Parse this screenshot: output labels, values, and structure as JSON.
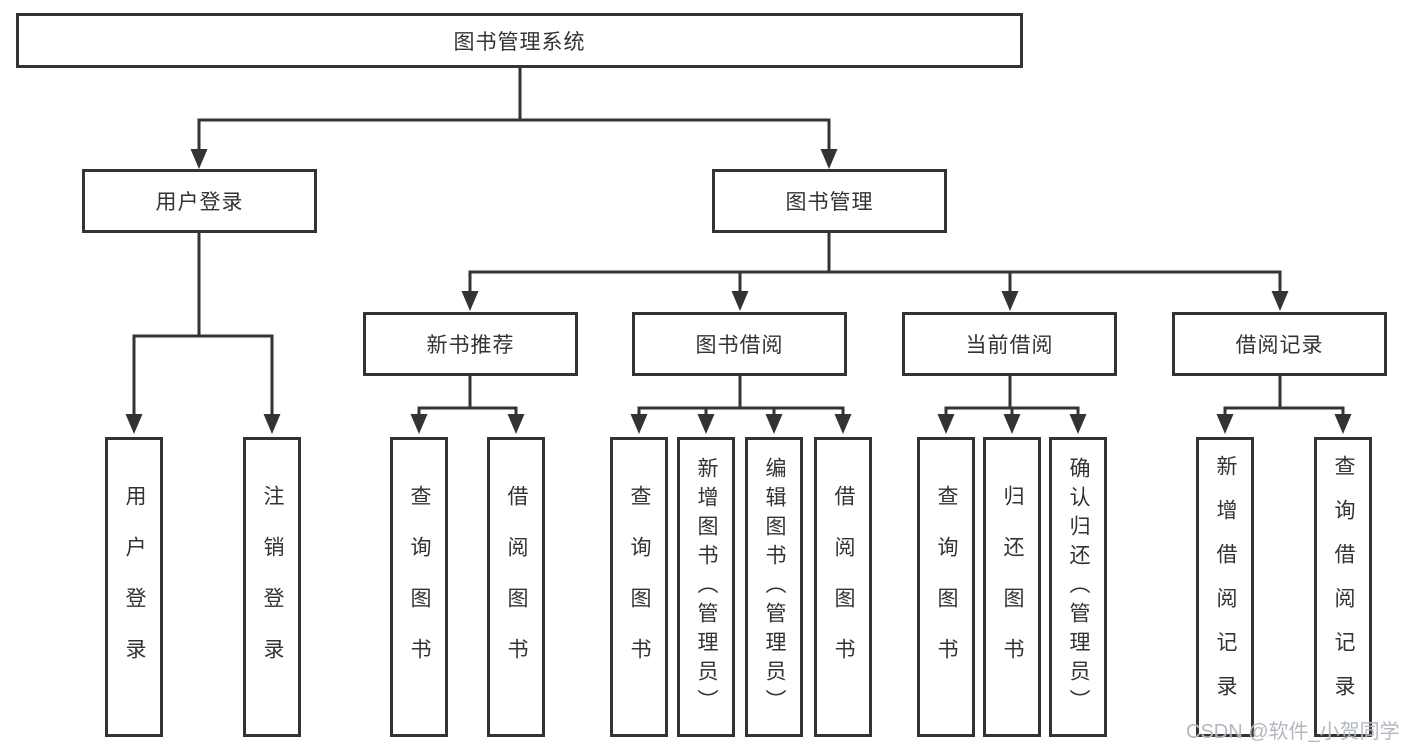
{
  "root": "图书管理系统",
  "level2": {
    "user_login": "用户登录",
    "book_mgmt": "图书管理"
  },
  "level3": {
    "new_books": "新书推荐",
    "borrow": "图书借阅",
    "current": "当前借阅",
    "records": "借阅记录"
  },
  "leaves": {
    "user_login_1": "用户登录",
    "user_login_2": "注销登录",
    "new_books_1": "查询图书",
    "new_books_2": "借阅图书",
    "borrow_1": "查询图书",
    "borrow_2": "新增图书（管理员）",
    "borrow_3": "编辑图书（管理员）",
    "borrow_4": "借阅图书",
    "current_1": "查询图书",
    "current_2": "归还图书",
    "current_3": "确认归还（管理员）",
    "records_1": "新增借阅记录",
    "records_2": "查询借阅记录"
  },
  "watermark": "CSDN @软件_小贺同学",
  "colors": {
    "line": "#333333",
    "text": "#333333",
    "watermark": "#afb4bc",
    "background": "#ffffff"
  }
}
